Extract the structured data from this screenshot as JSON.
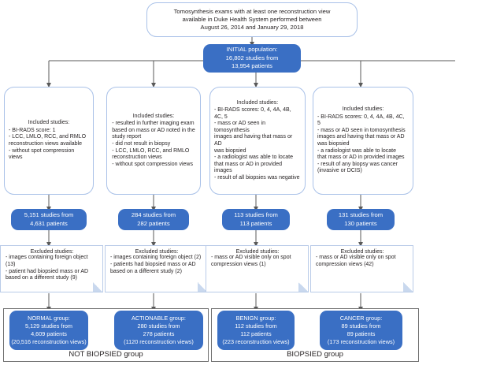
{
  "diagram": {
    "title_node": {
      "name": "cohort-source-criteria",
      "lines": [
        "Tomosynthesis exams with at least one reconstruction view",
        "available in Duke Health System performed between",
        "August 26, 2014 and January 29, 2018"
      ]
    },
    "initial_population": {
      "name": "initial-population",
      "lines": [
        "INITIAL population:",
        "16,802 studies from",
        "13,954 patients"
      ]
    },
    "columns": [
      {
        "id": "normal",
        "included": {
          "header": "Included studies:",
          "lines": [
            "- BI-RADS score: 1",
            "- LCC, LMLO, RCC, and RMLO",
            "reconstruction views available",
            "- without spot compression views"
          ]
        },
        "count": {
          "lines": [
            "5,151 studies from",
            "4,631 patients"
          ]
        },
        "excluded": {
          "header": "Excluded studies:",
          "lines": [
            "- images containing foreign object (13)",
            "- patient had biopsied mass or AD",
            "based on a different study (9)"
          ]
        },
        "final": {
          "lines": [
            "NORMAL group:",
            "5,129 studies from",
            "4,609 patients",
            "(20,516 reconstruction views)"
          ]
        }
      },
      {
        "id": "actionable",
        "included": {
          "header": "Included studies:",
          "lines": [
            "- resulted in further imaging exam",
            "based on mass or AD noted in the",
            "study report",
            "- did not result in biopsy",
            "- LCC, LMLO, RCC, and RMLO",
            "reconstruction views",
            "- without spot compression views"
          ]
        },
        "count": {
          "lines": [
            "284 studies from",
            "282 patients"
          ]
        },
        "excluded": {
          "header": "Excluded studies:",
          "lines": [
            "- images containing foreign object (2)",
            "- patients had biopsied mass or AD",
            "based on a different study (2)"
          ]
        },
        "final": {
          "lines": [
            "ACTIONABLE group:",
            "280 studies from",
            "278 patients",
            "(1120 reconstruction views)"
          ]
        }
      },
      {
        "id": "benign",
        "included": {
          "header": "Included studies:",
          "lines": [
            "- BI-RADS scores: 0, 4, 4A, 4B, 4C, 5",
            "- mass or AD seen in tomosynthesis",
            "images and having that mass or AD",
            "was biopsied",
            "- a radiologist was able to locate",
            "that mass or AD in provided images",
            "- result of all biopsies was negative"
          ]
        },
        "count": {
          "lines": [
            "113 studies from",
            "113 patients"
          ]
        },
        "excluded": {
          "header": "Excluded studies:",
          "lines": [
            "- mass or AD visible only on spot",
            "compression views (1)"
          ]
        },
        "final": {
          "lines": [
            "BENIGN group:",
            "112 studies from",
            "112 patients",
            "(223 reconstruction views)"
          ]
        }
      },
      {
        "id": "cancer",
        "included": {
          "header": "Included studies:",
          "lines": [
            "- BI-RADS scores: 0, 4, 4A, 4B, 4C, 5",
            "- mass or AD seen in tomosynthesis",
            "images and having that mass or AD",
            "was biopsied",
            "- a radiologist was able to locate",
            "that mass or AD in provided images",
            "- result of any biopsy was cancer",
            "(invasive or DCIS)"
          ]
        },
        "count": {
          "lines": [
            "131 studies from",
            "130 patients"
          ]
        },
        "excluded": {
          "header": "Excluded studies:",
          "lines": [
            "- mass or AD visible only on spot",
            "compression views (42)"
          ]
        },
        "final": {
          "lines": [
            "CANCER group:",
            "89 studies from",
            "89 patients",
            "(173 reconstruction views)"
          ]
        }
      }
    ],
    "group_labels": {
      "not_biopsied": "NOT BIOPSIED group",
      "biopsied": "BIOPSIED group"
    },
    "colors": {
      "blue_fill": "#3a6fc4",
      "outline_blue": "#a9c1e8",
      "connector": "#595959",
      "group_border": "#6f6f6f",
      "text_dark": "#231f20",
      "text_light": "#ffffff"
    }
  }
}
